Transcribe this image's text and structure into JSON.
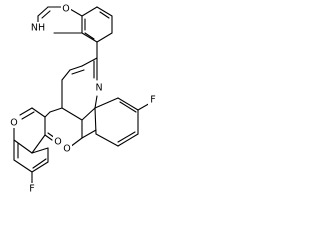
{
  "diagram_type": "chemical-structure",
  "atoms": {
    "nh": "NH",
    "o_oxazine": "O",
    "n_pyridine": "N",
    "f_right": "F",
    "o_pyran": "O",
    "o_chromone_ring": "O",
    "o_carbonyl": "O",
    "f_left": "F"
  }
}
